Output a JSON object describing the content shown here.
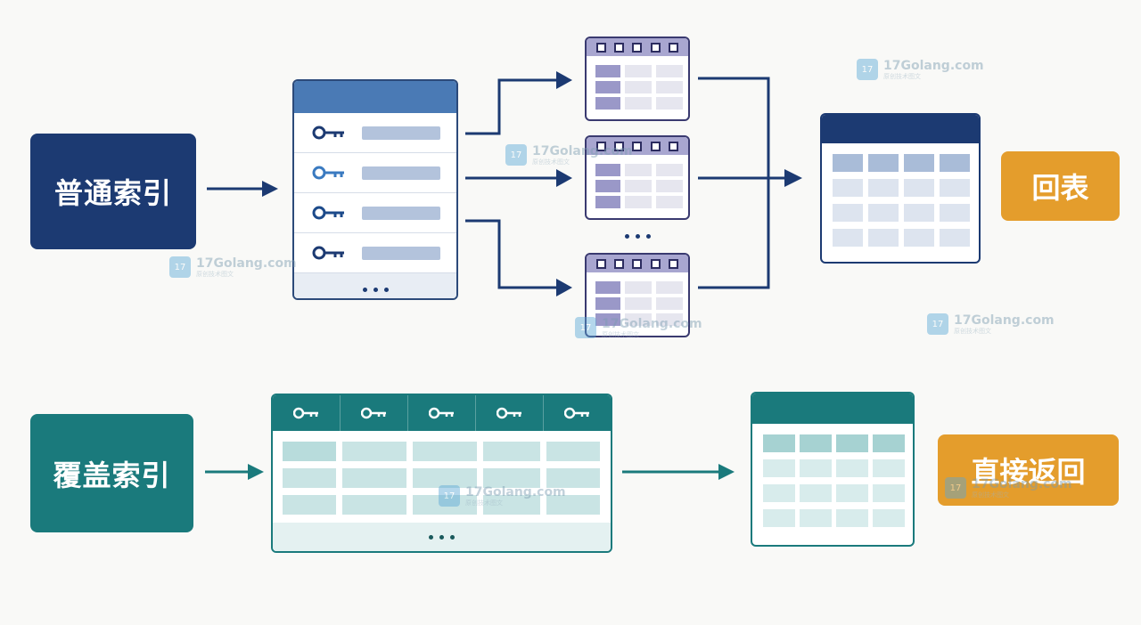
{
  "labels": {
    "normal_index": "普通索引",
    "back_to_table": "回表",
    "covering_index": "覆盖索引",
    "direct_return": "直接返回"
  },
  "ellipsis": "...",
  "watermark": {
    "main": "17Golang.com",
    "sub": "原创技术图文"
  },
  "colors": {
    "navy": "#1c3a72",
    "index_header_blue": "#4a7ab5",
    "purple_row": "#9a98c8",
    "purple_header": "#a8a6d0",
    "teal": "#1a7a7c",
    "teal_light": "#b8dcdc",
    "orange": "#e49d2c",
    "light_blue_cell": "#c6d2e6"
  },
  "icons": {
    "key": "key-icon",
    "arrow": "arrow-right-icon"
  }
}
